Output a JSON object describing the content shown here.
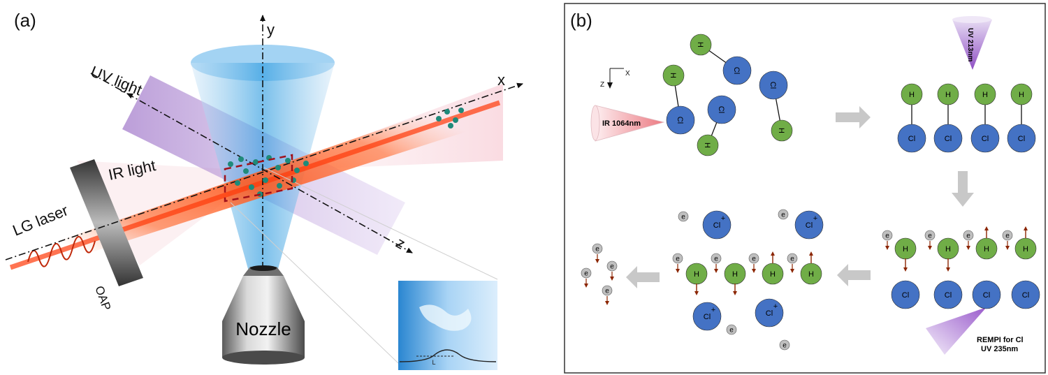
{
  "panel_a": {
    "tag": "(a)",
    "labels": {
      "uv_light": "UV light",
      "ir_light": "IR light",
      "lg_laser": "LG laser",
      "oap": "OAP",
      "nozzle": "Nozzle",
      "axis_x": "x",
      "axis_y": "y",
      "axis_z": "z",
      "inset_length": "L"
    }
  },
  "panel_b": {
    "tag": "(b)",
    "labels": {
      "ir_beam": "IR 1064nm",
      "uv_213": "UV 213nm",
      "rempi_line1": "REMPI for Cl",
      "rempi_line2": "UV 235nm",
      "axis_x": "X",
      "axis_z": "Z"
    },
    "atoms": {
      "hydrogen": "H",
      "chlorine": "Cl",
      "electron": "e",
      "plus": "+"
    },
    "colors": {
      "hydrogen": "#70ad47",
      "chlorine": "#4472c4",
      "electron": "#bfbfbf",
      "arrow": "#bfbfbf",
      "spin": "#8b2500"
    }
  }
}
